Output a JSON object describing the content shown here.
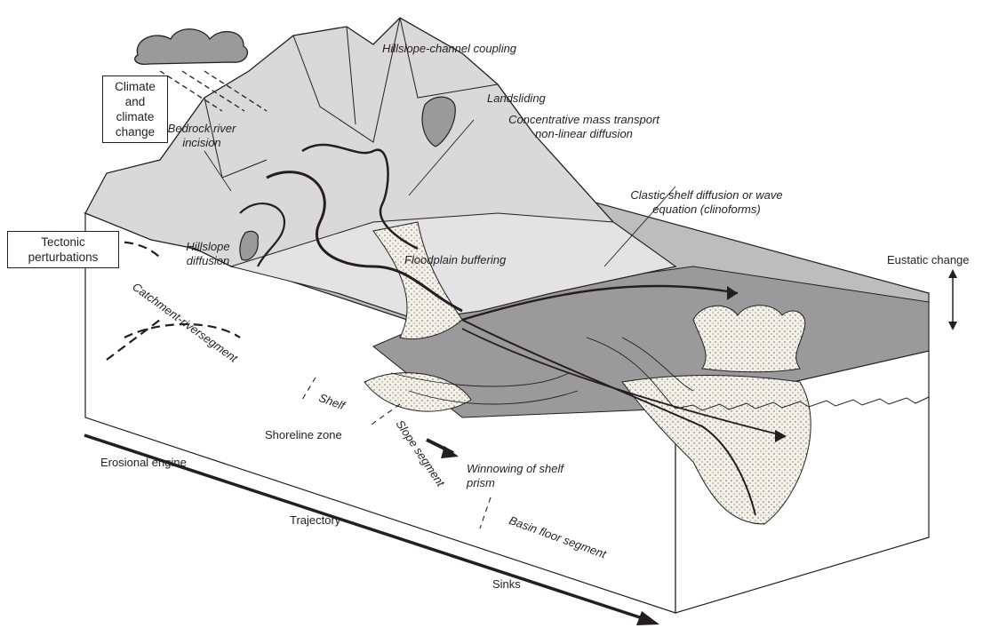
{
  "labels": {
    "climate": "Climate and climate change",
    "tectonic": "Tectonic perturbations",
    "hillslope_channel": "Hillslope-channel coupling",
    "landsliding": "Landsliding",
    "concentrative": "Concentrative mass transport non-linear diffusion",
    "bedrock": "Bedrock river incision",
    "hillslope_diffusion": "Hillslope diffusion",
    "floodplain": "Floodplain buffering",
    "clastic_shelf": "Clastic shelf diffusion or wave equation (clinoforms)",
    "eustatic": "Eustatic change",
    "catchment": "Catchment-riversegment",
    "shelf": "Shelf",
    "shoreline": "Shoreline zone",
    "slope_segment": "Slope segment",
    "winnowing": "Winnowing of shelf prism",
    "basin_floor": "Basin floor segment",
    "erosional_engine": "Erosional engine",
    "trajectory": "Trajectory",
    "sinks": "Sinks"
  },
  "colors": {
    "ink": "#231f20",
    "light_gray": "#d9d9d9",
    "mid_gray": "#bdbdbd",
    "dark_gray": "#9a9a9a",
    "sand": "#f4f1e8",
    "paper": "#ffffff"
  }
}
